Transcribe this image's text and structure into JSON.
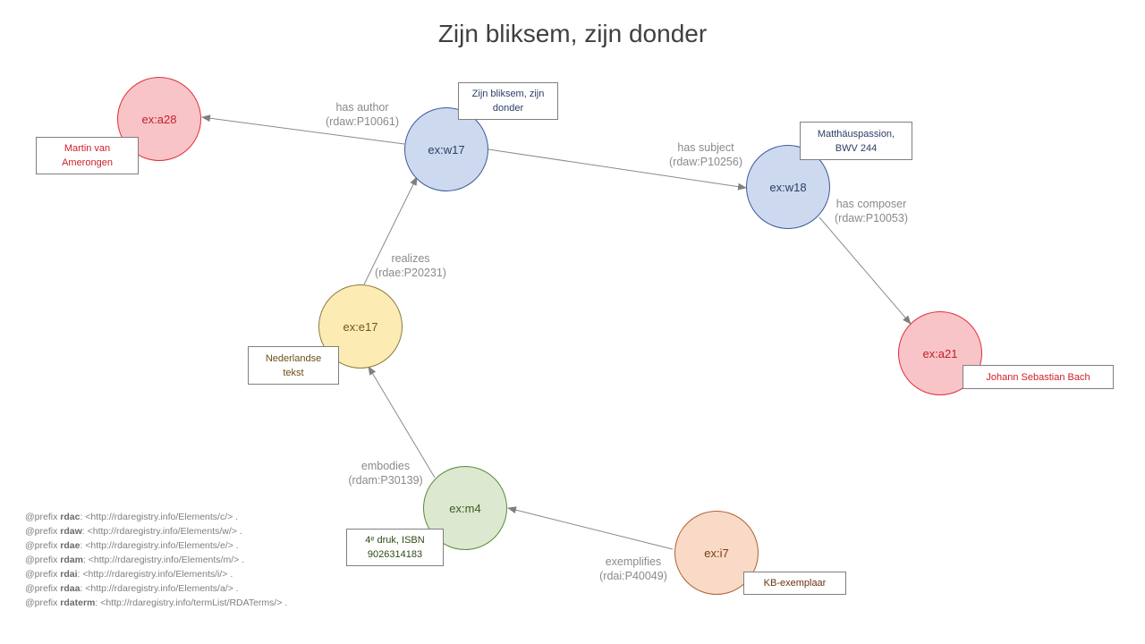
{
  "title": "Zijn bliksem, zijn donder",
  "nodes": {
    "a28": "ex:a28",
    "w17": "ex:w17",
    "w18": "ex:w18",
    "a21": "ex:a21",
    "e17": "ex:e17",
    "m4": "ex:m4",
    "i7": "ex:i7"
  },
  "labels": {
    "a28": "Martin van Amerongen",
    "w17": "Zijn bliksem, zijn donder",
    "w18": "Matthäuspassion, BWV 244",
    "a21": "Johann Sebastian Bach",
    "e17": "Nederlandse tekst",
    "m4": "4ᵉ druk, ISBN 9026314183",
    "i7": "KB-exemplaar"
  },
  "edges": {
    "has_author": {
      "name": "has author",
      "code": "(rdaw:P10061)"
    },
    "has_subject": {
      "name": "has subject",
      "code": "(rdaw:P10256)"
    },
    "has_composer": {
      "name": "has composer",
      "code": "(rdaw:P10053)"
    },
    "realizes": {
      "name": "realizes",
      "code": "(rdae:P20231)"
    },
    "embodies": {
      "name": "embodies",
      "code": "(rdam:P30139)"
    },
    "exemplifies": {
      "name": "exemplifies",
      "code": "(rdai:P40049)"
    }
  },
  "prefixes": [
    {
      "pre": "@prefix ",
      "ns": "rdac",
      "uri": ": <http://rdaregistry.info/Elements/c/> ."
    },
    {
      "pre": "@prefix ",
      "ns": "rdaw",
      "uri": ": <http://rdaregistry.info/Elements/w/> ."
    },
    {
      "pre": "@prefix ",
      "ns": "rdae",
      "uri": ": <http://rdaregistry.info/Elements/e/> ."
    },
    {
      "pre": "@prefix ",
      "ns": "rdam",
      "uri": ": <http://rdaregistry.info/Elements/m/> ."
    },
    {
      "pre": "@prefix ",
      "ns": "rdai",
      "uri": ": <http://rdaregistry.info/Elements/i/> ."
    },
    {
      "pre": "@prefix ",
      "ns": "rdaa",
      "uri": ": <http://rdaregistry.info/Elements/a/> ."
    },
    {
      "pre": "@prefix ",
      "ns": "rdaterm",
      "uri": ": <http://rdaregistry.info/termList/RDATerms/> ."
    }
  ]
}
